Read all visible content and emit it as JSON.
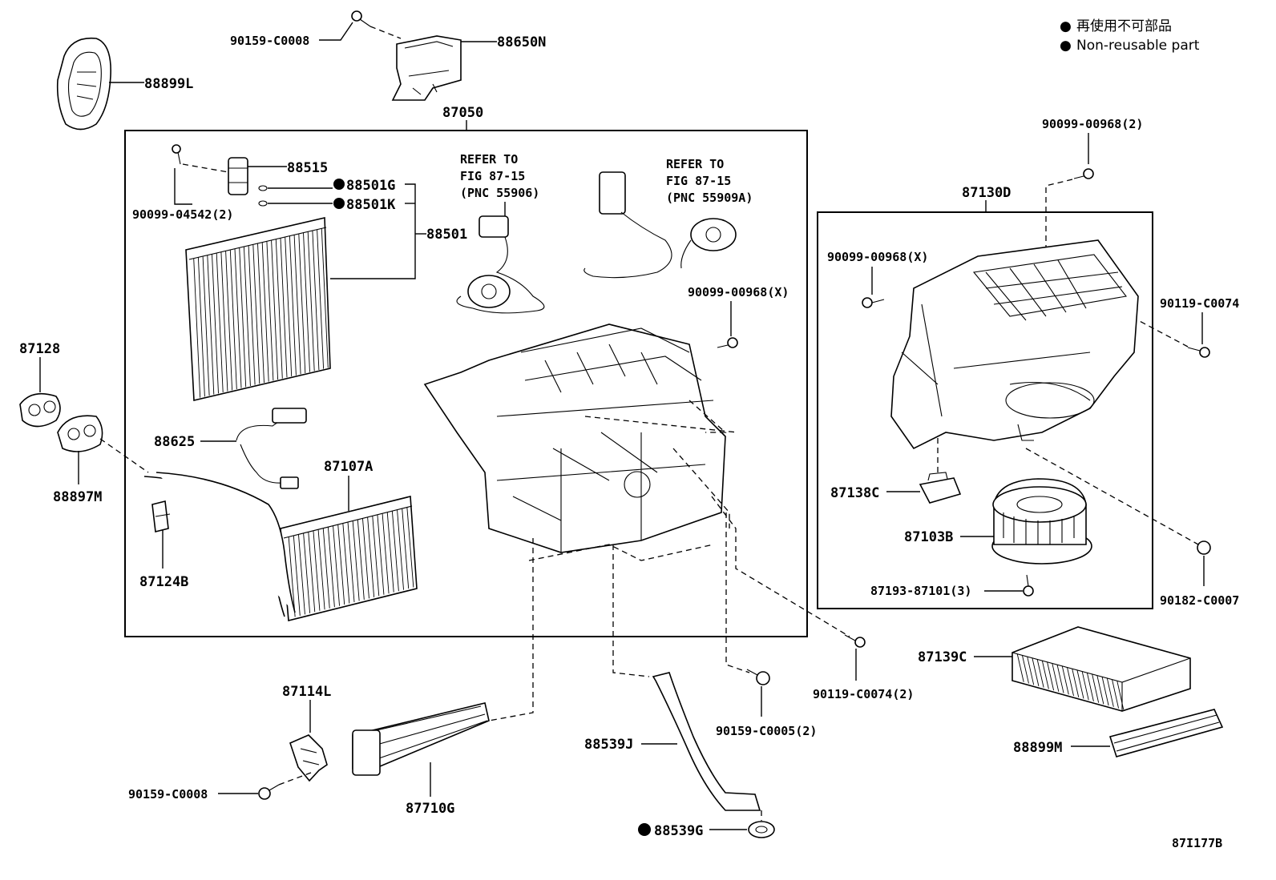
{
  "legend": {
    "bullet": "●",
    "line1": "再使用不可部品",
    "line2": "Non-reusable part"
  },
  "figure_code": "87I177B",
  "refs": {
    "left": {
      "l1": "REFER TO",
      "l2": "FIG 87-15",
      "l3": "(PNC 55906)"
    },
    "right": {
      "l1": "REFER TO",
      "l2": "FIG 87-15",
      "l3": "(PNC 55909A)"
    }
  },
  "labels": {
    "p90159_c0008_top": "90159-C0008",
    "p88650n": "88650N",
    "p88899l": "88899L",
    "p87050": "87050",
    "p88515": "88515",
    "p88501g": "88501G",
    "p88501k": "88501K",
    "p90099_04542": "90099-04542(2)",
    "p88501": "88501",
    "p90099_00968_x_mid": "90099-00968(X)",
    "p88625": "88625",
    "p87107a": "87107A",
    "p87128": "87128",
    "p88897m": "88897M",
    "p87124b": "87124B",
    "p90099_00968_2": "90099-00968(2)",
    "p87130d": "87130D",
    "p90099_00968_x_right": "90099-00968(X)",
    "p90119_c0074": "90119-C0074",
    "p87138c": "87138C",
    "p87103b": "87103B",
    "p87193_87101": "87193-87101(3)",
    "p90182_c0007": "90182-C0007",
    "p90119_c0074_2": "90119-C0074(2)",
    "p87139c": "87139C",
    "p90159_c0005_2": "90159-C0005(2)",
    "p88899m": "88899M",
    "p87114l": "87114L",
    "p88539j": "88539J",
    "p90159_c0008_bottom": "90159-C0008",
    "p87710g": "87710G",
    "p88539g": "88539G"
  }
}
